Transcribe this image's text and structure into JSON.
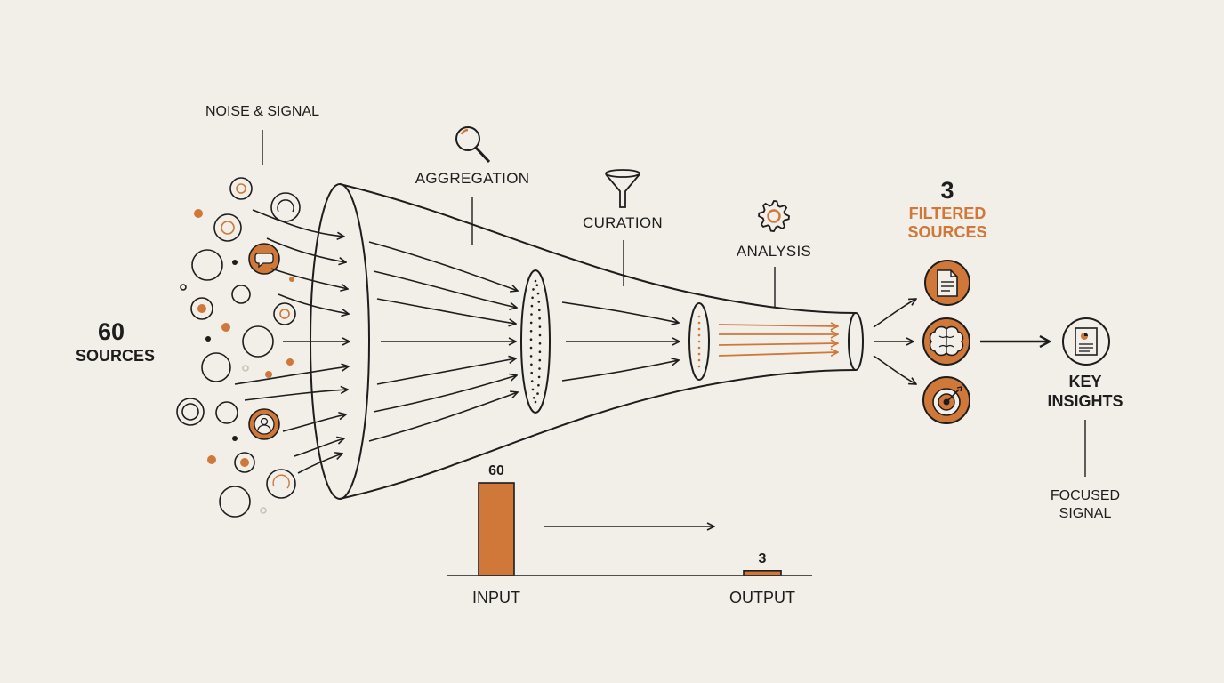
{
  "colors": {
    "accent": "#d0773a",
    "ink": "#1d1d1d",
    "background": "#f2efe8"
  },
  "input": {
    "count": "60",
    "label": "SOURCES",
    "annotation": "NOISE & SIGNAL"
  },
  "stages": [
    {
      "label": "AGGREGATION",
      "icon": "magnifier-icon"
    },
    {
      "label": "CURATION",
      "icon": "funnel-icon"
    },
    {
      "label": "ANALYSIS",
      "icon": "gear-icon"
    }
  ],
  "output": {
    "count": "3",
    "label_line1": "FILTERED",
    "label_line2": "SOURCES",
    "icons": [
      "document-icon",
      "brain-icon",
      "target-icon"
    ]
  },
  "result": {
    "label_line1": "KEY",
    "label_line2": "INSIGHTS",
    "note_line1": "FOCUSED",
    "note_line2": "SIGNAL",
    "icon": "report-icon"
  },
  "chart_data": {
    "type": "bar",
    "categories": [
      "INPUT",
      "OUTPUT"
    ],
    "values": [
      60,
      3
    ],
    "value_labels": [
      "60",
      "3"
    ],
    "ylim": [
      0,
      60
    ]
  }
}
